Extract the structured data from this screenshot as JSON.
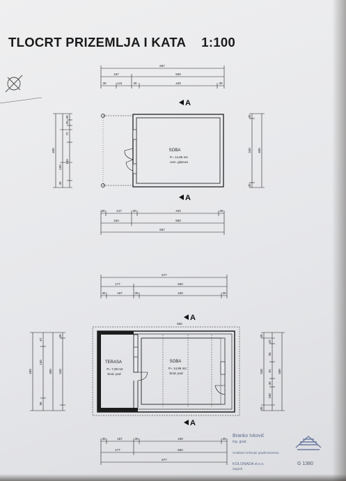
{
  "title": {
    "main": "TLOCRT PRIZEMLJA I KATA",
    "scale": "1:100"
  },
  "section_marker": "A",
  "plan1": {
    "top_dims": {
      "overall": "667",
      "left": "167",
      "right": "500",
      "seg1": "30",
      "seg2": "141",
      "seg3": "30",
      "seg4": "440",
      "seg5": "30"
    },
    "bottom_dims": {
      "seg1": "30",
      "seg2": "147",
      "seg3": "30",
      "seg4": "440",
      "seg5": "30",
      "left": "164",
      "right": "500",
      "overall": "667"
    },
    "left_dims": {
      "overall": "400",
      "s1": "30",
      "s2": "30",
      "s3": "72",
      "s4": "150",
      "s5": "40",
      "s6": "140"
    },
    "right_dims": {
      "overall": "400",
      "inner": "340",
      "s1": "30",
      "s2": "30"
    },
    "room": {
      "name": "SOBA",
      "area": "P= 14,96 m2",
      "floor": "cem. glazura"
    }
  },
  "plan2": {
    "top_dims": {
      "overall": "677",
      "left": "177",
      "right": "500",
      "seg1": "30",
      "seg2": "167",
      "seg3": "30",
      "seg4": "440",
      "seg5": "30"
    },
    "top_mid_label": "500",
    "bottom_dims": {
      "seg1": "30",
      "seg2": "167",
      "seg3": "30",
      "seg4": "440",
      "seg5": "30",
      "left": "177",
      "right": "500",
      "overall": "677"
    },
    "left_dims": {
      "overall": "400",
      "inner": "340",
      "s1": "67",
      "s2": "140",
      "s3": "300",
      "s4": "96",
      "s5": "30"
    },
    "right_dims": {
      "overall": "400",
      "inner": "340",
      "s1": "30",
      "s2": "22",
      "s3": "95",
      "s4": "81",
      "s5": "40",
      "s6": "100",
      "s7": "30"
    },
    "terrace": {
      "name": "TERASA",
      "area": "P= 7,08 m2",
      "floor": "brod. pod"
    },
    "room": {
      "name": "SOBA",
      "area": "P= 14,96 m2",
      "floor": "brod. pod"
    }
  },
  "stamp": {
    "name": "Branko Ivković",
    "title": "ing. grad.",
    "authorized": "Ovlašteni inženjer građevinarstva",
    "firm": "KOLONADA d.o.o.",
    "city": "Zagreb",
    "code": "G 1380"
  },
  "colors": {
    "paper": "#e9eaec",
    "ink": "#1c1c1c",
    "stamp_ink": "#5d6a8a"
  }
}
